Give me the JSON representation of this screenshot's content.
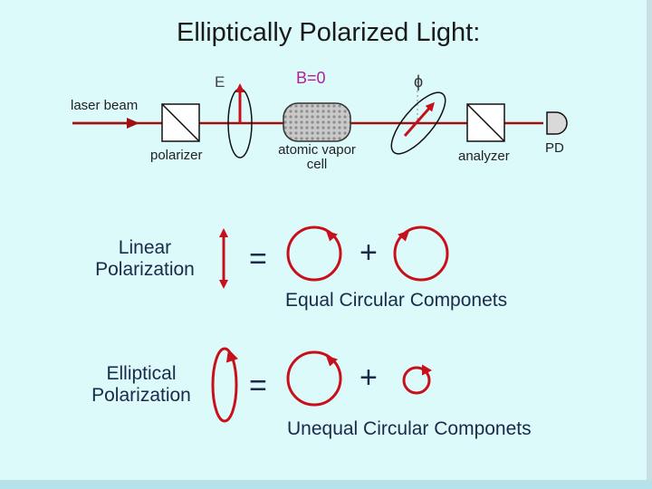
{
  "title": "Elliptically Polarized Light:",
  "setup": {
    "laser_beam": "laser beam",
    "polarizer": "polarizer",
    "field_label": "E",
    "magnetic_field": "B=0",
    "cell_line1": "atomic vapor",
    "cell_line2": "cell",
    "phi": "ϕ",
    "analyzer": "analyzer",
    "detector": "PD"
  },
  "linear": {
    "label_line1": "Linear",
    "label_line2": "Polarization",
    "equals": "=",
    "plus": "+",
    "caption": "Equal Circular Componets"
  },
  "elliptical": {
    "label_line1": "Elliptical",
    "label_line2": "Polarization",
    "equals": "=",
    "plus": "+",
    "caption": "Unequal Circular Componets"
  },
  "colors": {
    "background": "#ddfafa",
    "beam": "#a01010",
    "arrow": "#c8101c",
    "magenta": "#b0209a"
  }
}
